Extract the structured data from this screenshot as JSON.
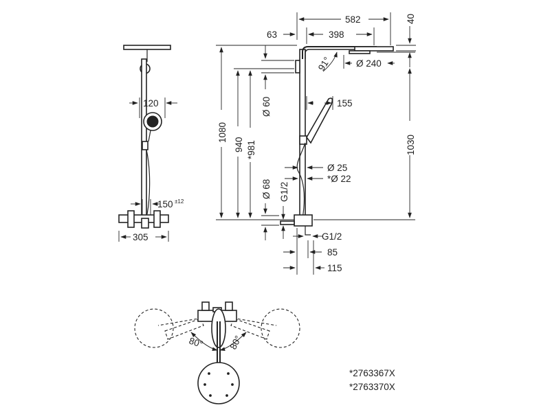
{
  "front_view": {
    "d120": "120",
    "d150": "150",
    "d150_tol": "±12",
    "d305": "305"
  },
  "side_view": {
    "d582": "582",
    "d40": "40",
    "d63": "63",
    "d398": "398",
    "a91": "91°",
    "d240": "Ø 240",
    "d60": "Ø 60",
    "d155": "155",
    "d1080": "1080",
    "d940": "940",
    "d981": "*981",
    "d1030": "1030",
    "d25": "Ø 25",
    "d22": "*Ø 22",
    "d68": "Ø 68",
    "g12_vertical": "G1/2",
    "g12_bottom": "G1/2",
    "d85": "85",
    "d115": "115"
  },
  "top_view": {
    "angle_left": "80°",
    "angle_right": "80°"
  },
  "notes": [
    "*2763367X",
    "*2763370X"
  ]
}
